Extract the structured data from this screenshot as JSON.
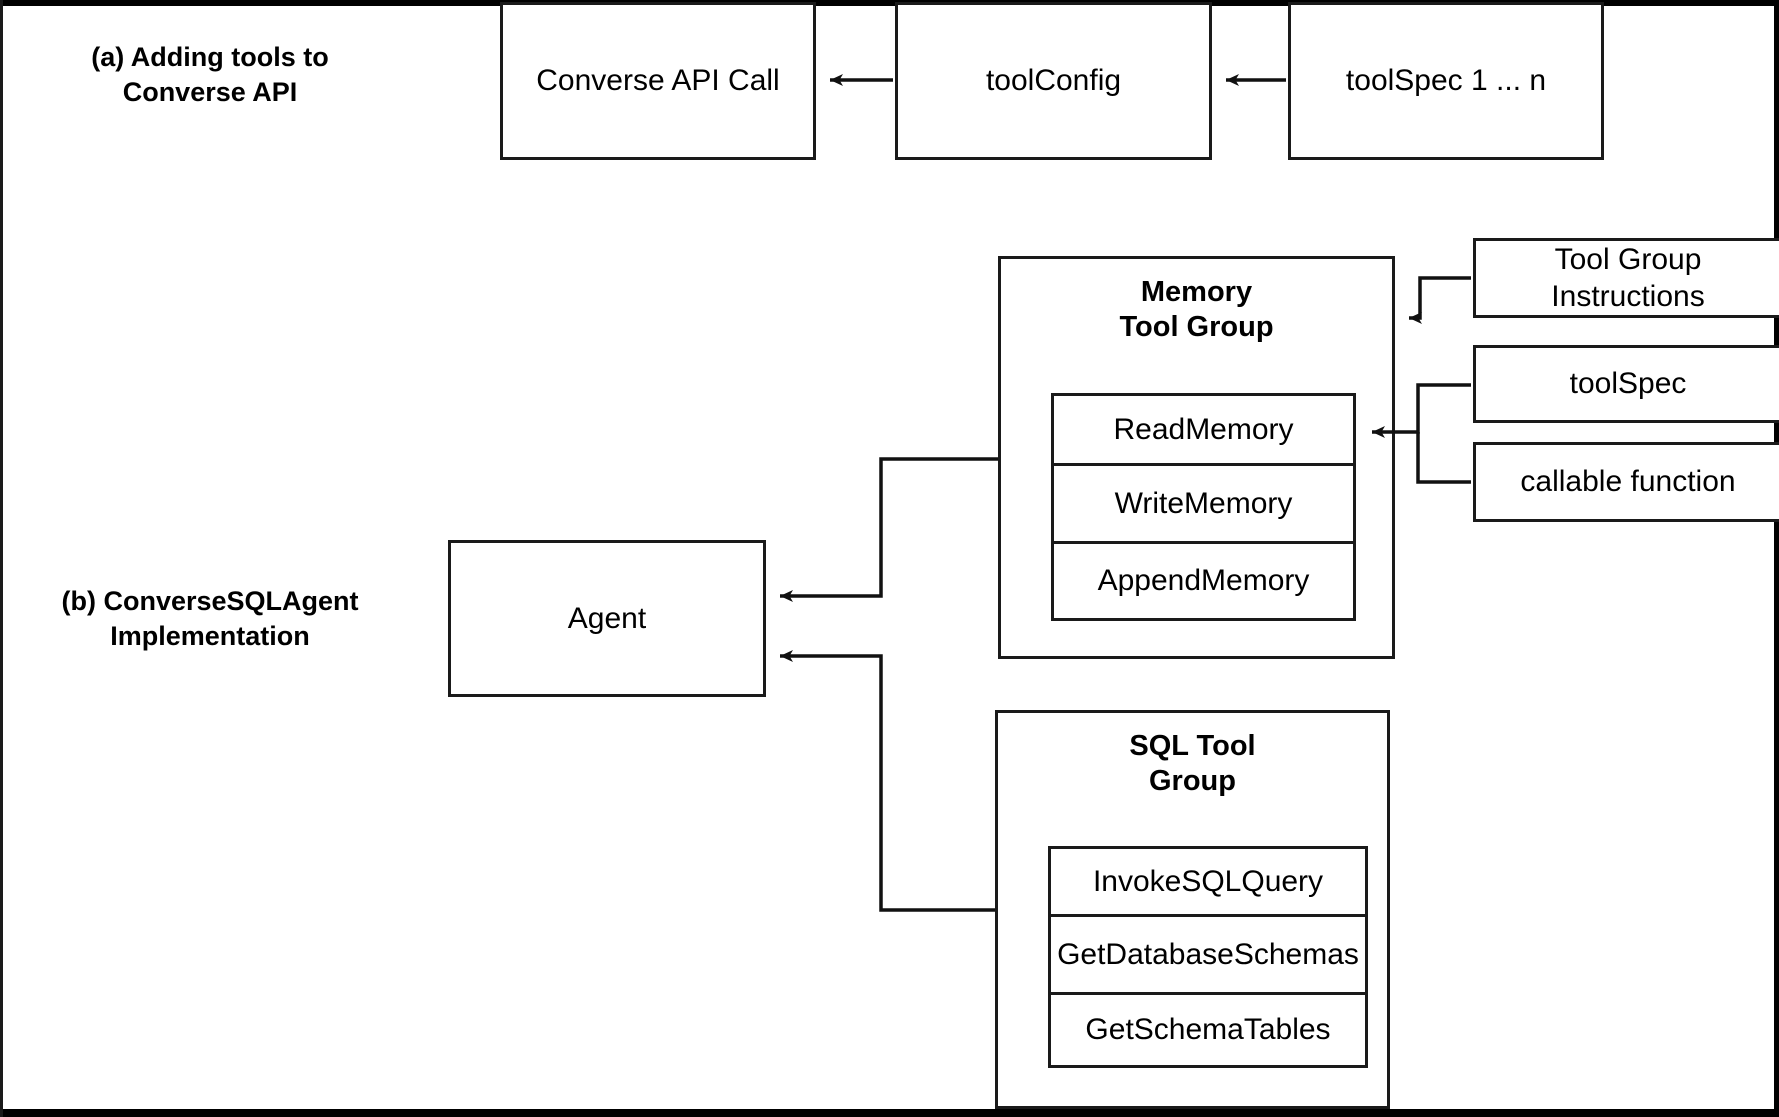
{
  "diagram": {
    "sections": [
      {
        "key": "a",
        "label": "(a) Adding tools to\nConverse API"
      },
      {
        "key": "b",
        "label": "(b) ConverseSQLAgent\nImplementation"
      }
    ],
    "top_flow": {
      "converse_api_call": "Converse API Call",
      "tool_config": "toolConfig",
      "tool_spec_n": "toolSpec 1 ... n"
    },
    "agent": {
      "label": "Agent"
    },
    "memory_group": {
      "title": "Memory\nTool Group",
      "tools": [
        "ReadMemory",
        "WriteMemory",
        "AppendMemory"
      ]
    },
    "sql_group": {
      "title": "SQL Tool\nGroup",
      "tools": [
        "InvokeSQLQuery",
        "GetDatabaseSchemas",
        "GetSchemaTables"
      ]
    },
    "right_boxes": {
      "tool_group_instructions": "Tool Group\nInstructions",
      "tool_spec": "toolSpec",
      "callable_function": "callable function"
    },
    "colors": {
      "stroke": "#1a1a1a",
      "text": "#000000",
      "background": "#ffffff",
      "frame": "#000000"
    }
  }
}
